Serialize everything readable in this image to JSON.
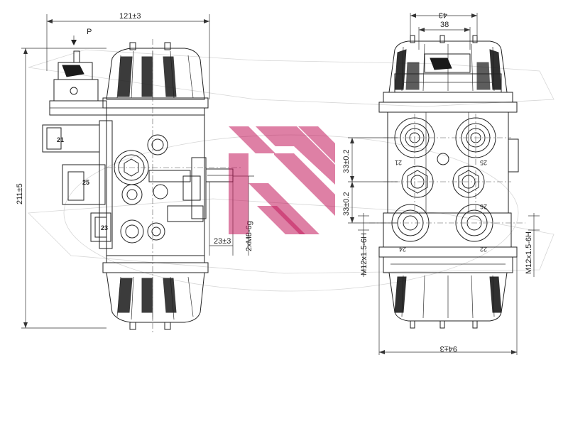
{
  "drawing": {
    "side_view": {
      "flow_label": "P",
      "dim_width": "121±3",
      "dim_height": "211±5",
      "dim_thread_len": "23±3",
      "dim_thread": "2xM8-6g",
      "ports": [
        "21",
        "25",
        "23"
      ]
    },
    "front_view": {
      "dim_top_outer": "43",
      "dim_top_inner": "38",
      "dim_upper_spacing": "33±0.2",
      "dim_lower_spacing": "33±0.2",
      "dim_thread_left": "M12x1.5-6H",
      "dim_thread_right": "M12x1.5-6H",
      "dim_bottom_width": "94±3",
      "ports": [
        "21",
        "25",
        "24",
        "22",
        "26"
      ]
    },
    "colors": {
      "watermark": "#c2185b",
      "line": "#222222"
    }
  }
}
